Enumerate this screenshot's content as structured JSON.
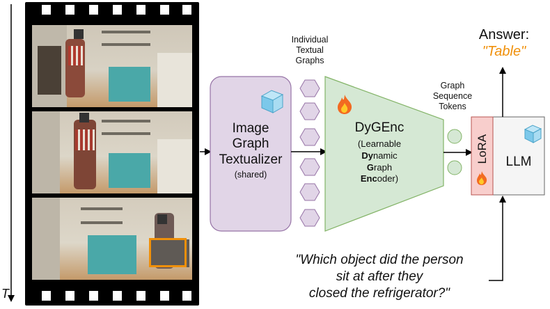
{
  "time_axis": {
    "label": "T"
  },
  "labels": {
    "individual_graphs": [
      "Individual",
      "Textual",
      "Graphs"
    ],
    "graph_tokens": [
      "Graph",
      "Sequence",
      "Tokens"
    ],
    "answer_title": "Answer:",
    "answer_value": "\"Table\"",
    "textualizer": [
      "Image",
      "Graph",
      "Textualizer"
    ],
    "textualizer_note": "(shared)",
    "encoder_title": "DyGEnc",
    "encoder_lines": [
      {
        "bold": "",
        "rest": "(Learnable"
      },
      {
        "bold": "Dy",
        "rest": "namic"
      },
      {
        "bold": "G",
        "rest": "raph"
      },
      {
        "bold": "Enc",
        "rest": "oder)"
      }
    ],
    "lora": "LoRA",
    "llm": "LLM",
    "question": [
      "\"Which object did the person",
      "sit at after they",
      "closed the refrigerator?\""
    ]
  },
  "colors": {
    "textualizer_fill": "#e1d5e7",
    "textualizer_stroke": "#9673a6",
    "encoder_fill": "#d5e8d4",
    "encoder_stroke": "#82b366",
    "lora_fill": "#f8cecc",
    "lora_stroke": "#b85450",
    "llm_fill": "#f5f5f5",
    "answer_accent": "#f0900a",
    "highlight_box": "#f0900a"
  },
  "icons": {
    "frozen": "ice-cube-icon",
    "trainable": "flame-icon"
  }
}
